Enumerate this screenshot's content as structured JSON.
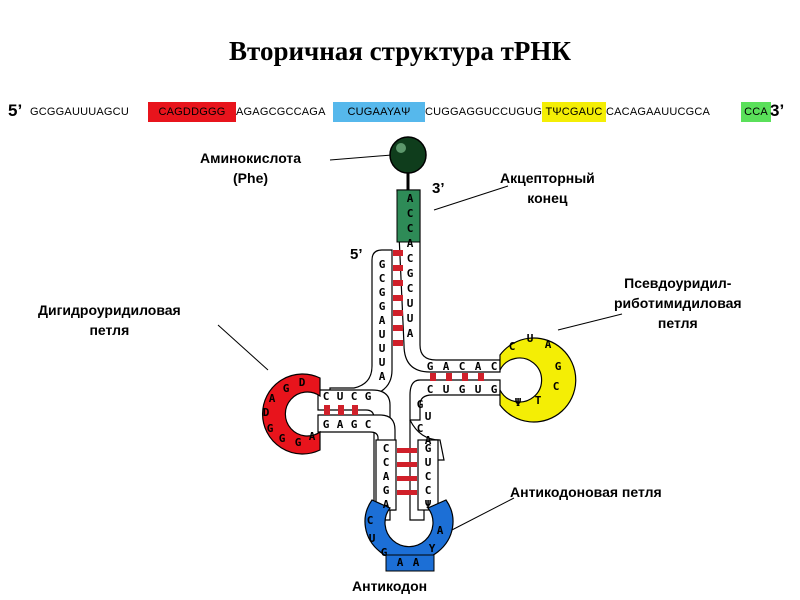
{
  "title": "Вторичная структура тРНК",
  "sequence": {
    "five_prime": "5’",
    "three_prime": "3’",
    "segments": [
      {
        "text": "GCGGAUUUAGCU",
        "highlight": null
      },
      {
        "text": "CAGDDGGG",
        "highlight": "#e8141c"
      },
      {
        "text": "AGAGCGCCAGA",
        "highlight": null
      },
      {
        "text": "CUGAAYAΨ",
        "highlight": "#56b8ec"
      },
      {
        "text": "CUGGAGGUCCUGUG",
        "highlight": null
      },
      {
        "text": "TΨCGAUC",
        "highlight": "#f4ee05"
      },
      {
        "text": "CACAGAAUUCGCA",
        "highlight": null
      },
      {
        "text": "CCA",
        "highlight": "#5ae05a"
      }
    ]
  },
  "labels": {
    "amino_acid": "Аминокислота\n(Phe)",
    "acceptor_end": "Акцепторный\nконец",
    "d_loop": "Дигидроуридиловая\nпетля",
    "t_loop": "Псевдоуридил-\nриботимидиловая\nпетля",
    "anticodon_loop": "Антикодоновая петля",
    "anticodon": "Антикодон",
    "prime_3": "3’",
    "prime_5": "5’"
  },
  "nucleotides": {
    "acceptor_3": [
      "A",
      "C",
      "C",
      "A",
      "C",
      "G",
      "C",
      "U",
      "U",
      "A"
    ],
    "acceptor_5": [
      "G",
      "C",
      "G",
      "G",
      "A",
      "U",
      "U",
      "U",
      "A"
    ],
    "d_stem_top": [
      "C",
      "U",
      "C",
      "G"
    ],
    "d_stem_bottom": [
      "G",
      "A",
      "G",
      "C"
    ],
    "d_loop": [
      "D",
      "G",
      "A",
      "D",
      "G",
      "G",
      "G",
      "A"
    ],
    "t_stem_top": [
      "G",
      "A",
      "C",
      "A",
      "C"
    ],
    "t_stem_bottom": [
      "C",
      "U",
      "G",
      "U",
      "G"
    ],
    "t_loop": [
      "C",
      "U",
      "A",
      "G",
      "C",
      "T",
      "Ψ"
    ],
    "anticodon_stem_5": [
      "C",
      "C",
      "A",
      "G",
      "A"
    ],
    "anticodon_stem_3": [
      "G",
      "U",
      "C",
      "C",
      "Ψ"
    ],
    "anticodon_loop": [
      "C",
      "U",
      "G",
      "A",
      "A",
      "Y",
      "A"
    ],
    "variable": [
      "G",
      "U",
      "C",
      "A"
    ]
  },
  "colors": {
    "acceptor": "#2e8b57",
    "d_loop": "#e8141c",
    "t_loop": "#f4ee05",
    "anticodon": "#1c6fd6",
    "pair": "#d0202a",
    "amino_ball": "#0f3d1c"
  }
}
